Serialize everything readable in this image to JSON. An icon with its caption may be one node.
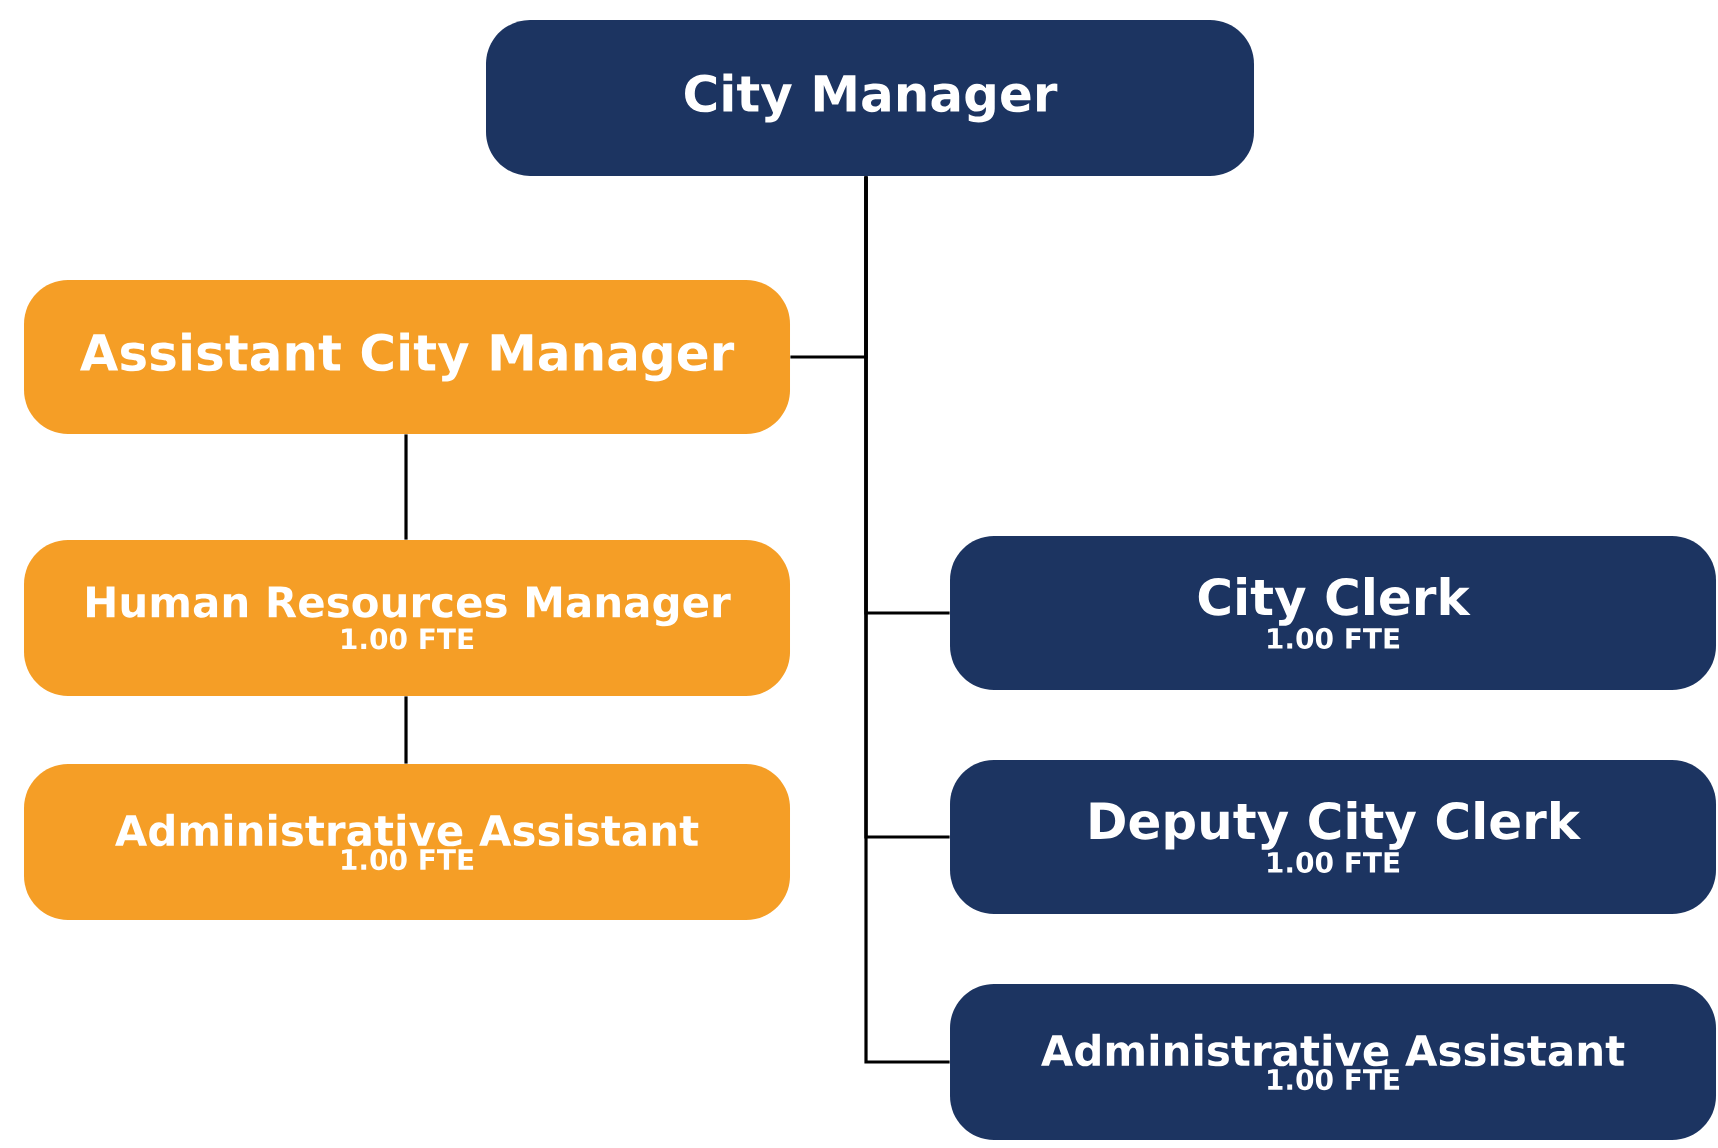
{
  "diagram": {
    "nodes": [
      {
        "text": [
          "City Manager"
        ]
      },
      {
        "text": [
          "Assistant City Manager"
        ]
      },
      {
        "text": [
          "Human Resources Manager",
          "1.00 FTE"
        ]
      },
      {
        "text": [
          "Administrative Assistant",
          "1.00 FTE"
        ]
      },
      {
        "text": [
          "City Clerk",
          "1.00 FTE"
        ]
      },
      {
        "text": [
          "Deputy City Clerk",
          "1.00 FTE"
        ]
      },
      {
        "text": [
          "Administrative Assistant",
          "1.00 FTE"
        ]
      }
    ],
    "edges": [
      {
        "from": 0,
        "to": 1,
        "arrow": "none"
      },
      {
        "from": 0,
        "to": 4,
        "arrow": "none"
      },
      {
        "from": 0,
        "to": 5,
        "arrow": "none"
      },
      {
        "from": 0,
        "to": 6,
        "arrow": "none"
      },
      {
        "from": 1,
        "to": 2,
        "arrow": "none"
      },
      {
        "from": 2,
        "to": 3,
        "arrow": "none"
      }
    ]
  }
}
